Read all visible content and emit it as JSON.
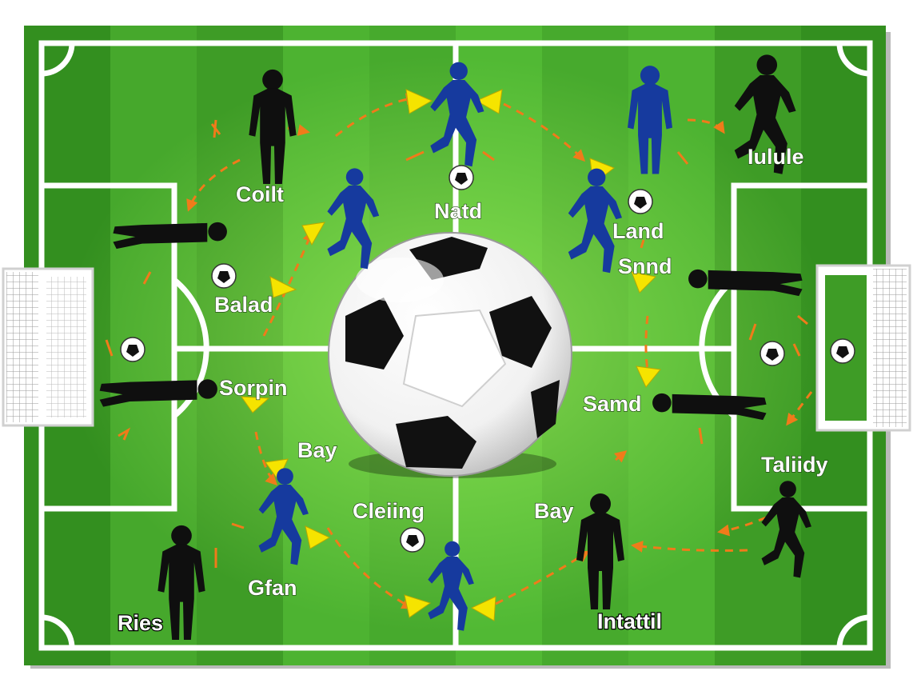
{
  "colors": {
    "grass_dark": "#2f8f1f",
    "grass_light": "#5cc232",
    "lines": "#ffffff",
    "team_a": "#0f0f0f",
    "team_b": "#163a9e",
    "arrow_orange": "#f07b1a",
    "arrow_yellow": "#f5e400"
  },
  "labels": {
    "coilt": "Coilt",
    "natd": "Natd",
    "iulule": "Iulule",
    "land": "Land",
    "snnd": "Snnd",
    "balad": "Balad",
    "sorpin": "Sorpin",
    "samd": "Samd",
    "bay_left": "Bay",
    "taliidy": "Taliidy",
    "cleiing": "Cleiing",
    "bay_right": "Bay",
    "gfan": "Gfan",
    "ries": "Ries",
    "intattil": "Intattil"
  },
  "icons": [
    "soccer-ball-icon",
    "player-silhouette-icon",
    "goal-net-icon",
    "direction-arrow-icon"
  ]
}
